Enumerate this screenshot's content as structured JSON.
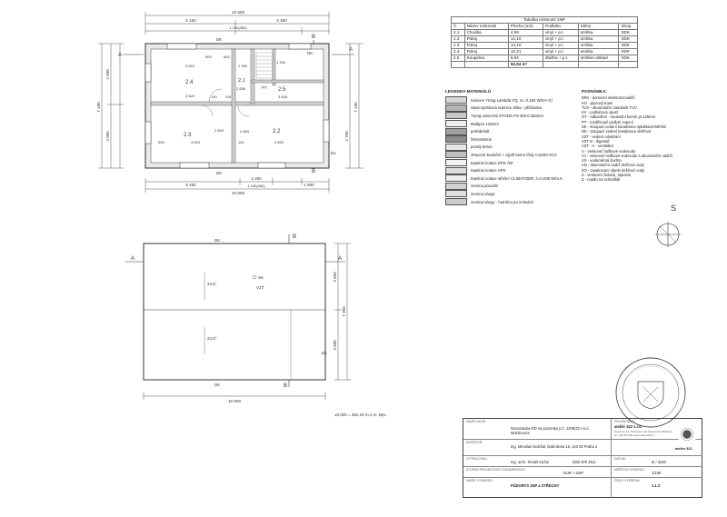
{
  "room_table": {
    "caption": "Tabulka místností 2NP",
    "headers": [
      "Č.",
      "Název místnosti",
      "Plocha (m2)",
      "Podlaha",
      "Stěny",
      "Strop"
    ],
    "rows": [
      [
        "2.1",
        "Chodba",
        "4,59",
        "vinyl + p.t.",
        "omítka",
        "SDK"
      ],
      [
        "2.2",
        "Pokoj",
        "14,10",
        "vinyl + p.t.",
        "omítka",
        "SDK"
      ],
      [
        "2.3",
        "Pokoj",
        "14,10",
        "vinyl + p.t.",
        "omítka",
        "SDK"
      ],
      [
        "2.4",
        "Pokoj",
        "12,21",
        "vinyl + p.t.",
        "omítka",
        "SDK"
      ],
      [
        "2.5",
        "Koupelna",
        "6,94",
        "dlažba + p.t.",
        "omítka+obklad",
        "SDK"
      ]
    ],
    "total": "52,94 m²"
  },
  "legend": {
    "title": "LEGENDA MATERIÁLŮ",
    "items": [
      {
        "label": "tvárnice Ytong Lambda YQ, U= 0,162 W/(m².K)",
        "swatch": "#d9d9d9"
      },
      {
        "label": "vápenopísková tvárnice Silka - příčkovka",
        "swatch": "#b5b5b5"
      },
      {
        "label": "Ytong univerzal XTONG P3-400 tl.250mm",
        "swatch": "#c8c8c8"
      },
      {
        "label": "Multipor 125mm",
        "swatch": "#eeeeee"
      },
      {
        "label": "prefabrikát",
        "swatch": "#a0a0a0"
      },
      {
        "label": "železobeton",
        "swatch": "#8c8c8c"
      },
      {
        "label": "prostý beton",
        "swatch": "#e5e5e5"
      },
      {
        "label": "ztracené bednění + výplň beton třídy C16/20-XC2",
        "swatch": "#bfbfbf"
      },
      {
        "label": "tepelná izolace EPS 70F",
        "swatch": "#f2f2f2"
      },
      {
        "label": "tepelná izolace XPS",
        "swatch": "#dcdcdc"
      },
      {
        "label": "tepelná izolace střešní CLIMATIZER, λ=0,038 W/m.K",
        "swatch": "#ededed"
      },
      {
        "label": "zemina původní",
        "swatch": "#d0d0d0"
      },
      {
        "label": "zemina násyp",
        "swatch": "#e0e0e0"
      },
      {
        "label": "zemina násyp - hutněno po vrstvách",
        "swatch": "#cccccc"
      }
    ]
  },
  "notes": {
    "title": "POZNÁMKA:",
    "lines": [
      "DRx - domovní elektrorozvaděč",
      "KO - plynový kotel",
      "TUV - akumulační zásobník TUV",
      "KV - podlahová vpusť",
      "OT - odkouření - sousední komín pr.125mm",
      "PT - rozdělovač podlah. topení",
      "SK - stoupací vedení kanalizace splaškové/střešní",
      "DK - stoupací vedení kanalizace dešťové",
      "VZT - vedení odvětrání",
      "VZT D - digestoř",
      "VZT - V - ventilátor",
      "V - venkovní hoškové vodovodu",
      "VJ - venkovní hoškové vodovodu s akumulační nádrží",
      "VS - vodoměrná šachta",
      "AN - akumulační nádrž dešťové vody",
      "ZO - zasakovací objekt dešťové vody",
      "Z - venkovní žaluzie, stpotion",
      "Z - madlo na schodiště"
    ]
  },
  "floor_plan": {
    "overall_width": "10 500",
    "top_dims": [
      "5 150",
      "4 450",
      "1 150(360)"
    ],
    "bottom_dims": [
      "5 450",
      "2 250",
      "1 800",
      "1 150(360)"
    ],
    "left_dims": [
      "7 100",
      "3 050",
      "2 500"
    ],
    "right_dims": [
      "7 100",
      "2 750"
    ],
    "rooms": [
      {
        "id": "2.4",
        "area": "12,21",
        "dims": [
          "3 620",
          "3 620"
        ]
      },
      {
        "id": "2.3",
        "area": "14,10",
        "dims": [
          "4 693",
          "2 893"
        ]
      },
      {
        "id": "2.2",
        "area": "14,10",
        "dims": [
          "4 693",
          "2 883"
        ]
      },
      {
        "id": "2.1",
        "area": "4,59",
        "dims": [
          "2 836"
        ]
      },
      {
        "id": "2.5",
        "area": "6,94",
        "dims": [
          "3 626"
        ]
      }
    ],
    "labels": [
      "DK",
      "DK",
      "DK",
      "D1",
      "PT",
      "A",
      "A",
      "B",
      "B",
      "130",
      "115",
      "115",
      "500",
      "500",
      "600",
      "1 350",
      "1 150"
    ]
  },
  "roof_plan": {
    "width": "10 500",
    "height": "7 300",
    "right_dims": [
      "3 600",
      "3 600"
    ],
    "labels": [
      "DK",
      "DK",
      "SK",
      "VZT",
      "D1",
      "A",
      "A",
      "B",
      "B"
    ],
    "slopes": [
      "22,5°",
      "22,5°"
    ],
    "level_note": "±0,000 = 352,20 m.n.m. Bpv"
  },
  "compass": "S",
  "title_block": {
    "rows": [
      {
        "label": "NÁZEV AKCE:",
        "value": "Novostavba RD na pozemku p.č. 1409/33 v k.ú. Mokrhovice"
      },
      {
        "label": "INVESTOR:",
        "value": "Ing. Miroslav Doležal, Dalimilova 16, 143 00 Praha 4"
      },
      {
        "label": "VYPRACOVAL:",
        "value": "Ing. arch. Tomáš Kučal",
        "extra": "(602 870 361)"
      },
      {
        "label": "STUPEŇ PROJEKTOVÉ DOKUMENTACE:",
        "value": "DUR + DSP"
      },
      {
        "label": "NÁZEV VÝKRESU:",
        "value": "PŮDORYS 2NP a STŘECHY"
      }
    ],
    "projektant_label": "PROJEKTANT:",
    "studio": "ateliér 322 s.r.o.",
    "studio_logo": "ateliér 322",
    "studio_addr": "Prouzova 1/2, Pohořelec nad Tetínem 02 4/Praha 3 tel.: 602 870 361 www.atelier322.cz",
    "date_label": "DATUM:",
    "date": "III / 2020",
    "scale_label": "MĚŘÍTKO VÝKRESU:",
    "scale": "1/100",
    "sheet_label": "ČÍSLO VÝKRESU:",
    "sheet": "1.1.3"
  }
}
